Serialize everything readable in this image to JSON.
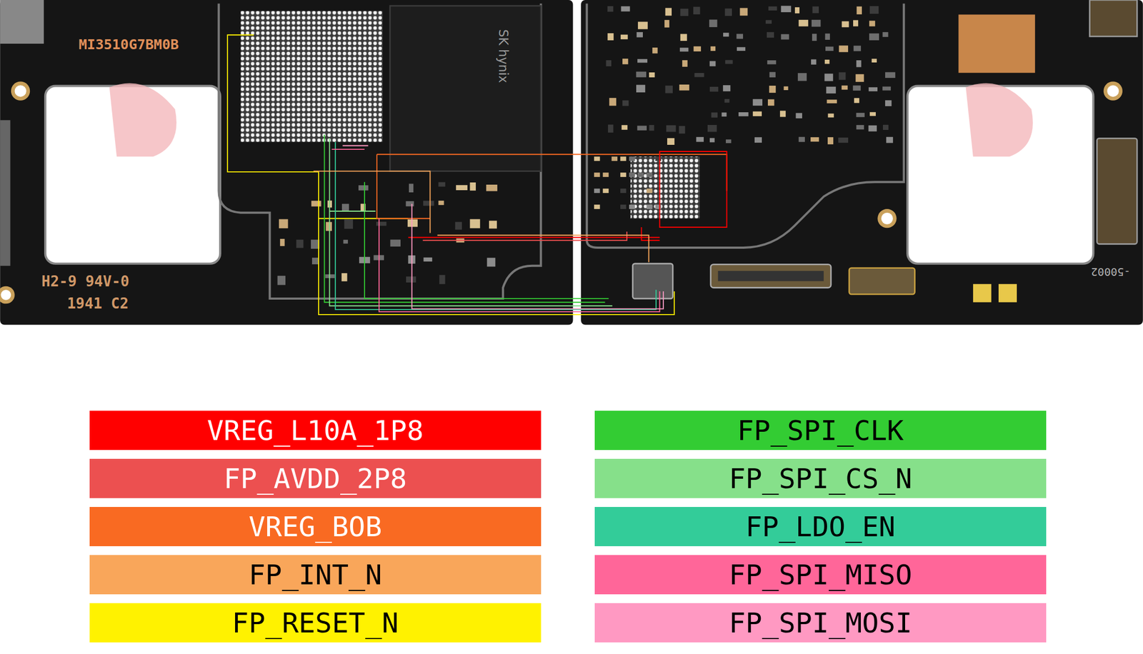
{
  "diagram": {
    "labels": [
      "MI3510G7BM0B",
      "SK hynix",
      "H2-9 94V-0",
      "1941 C2",
      "-50002"
    ],
    "legend": [
      {
        "text": "VREG_L10A_1P8",
        "color": "#ff0000"
      },
      {
        "text": "FP_AVDD_2P8",
        "color": "#ec5050"
      },
      {
        "text": "VREG_BOB",
        "color": "#f96a22"
      },
      {
        "text": "FP_INT_N",
        "color": "#f9a65a"
      },
      {
        "text": "FP_RESET_N",
        "color": "#fff200"
      },
      {
        "text": "FP_SPI_CLK",
        "color": "#33cc33"
      },
      {
        "text": "FP_SPI_CS_N",
        "color": "#86e08a"
      },
      {
        "text": "FP_LDO_EN",
        "color": "#33cc99"
      },
      {
        "text": "FP_SPI_MISO",
        "color": "#ff6699"
      },
      {
        "text": "FP_SPI_MOSI",
        "color": "#ff99c2"
      }
    ]
  }
}
